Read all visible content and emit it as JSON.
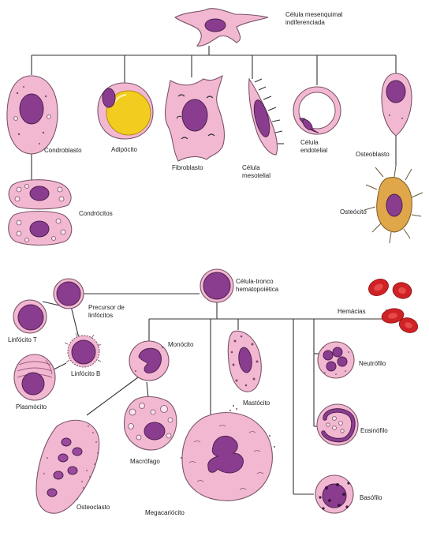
{
  "colors": {
    "cytoplasm": "#f2b8d2",
    "nucleus": "#8a3d8e",
    "fat_droplet": "#f2cc1e",
    "red_cells": "#cf2226",
    "osteocyte_body": "#e0a64a",
    "lines": "#333333"
  },
  "mesenchymal": {
    "root": "Célula mesenquimal\nindiferenciada",
    "chondroblast": "Condroblasto",
    "chondrocytes": "Condrócitos",
    "adipocyte": "Adipócito",
    "fibroblast": "Fibroblasto",
    "mesothelial": "Célula\nmesotelial",
    "endothelial": "Célula\nendotelial",
    "osteoblast": "Osteoblasto",
    "osteocyte": "Osteócito"
  },
  "hematopoietic": {
    "root": "Célula-tronco\nhematopoiética",
    "lymphoid_precursor": "Precursor de\nlinfócitos",
    "t_lymphocyte": "Linfócito T",
    "b_lymphocyte": "Linfócito B",
    "plasma_cell": "Plasmócito",
    "monocyte": "Monócito",
    "macrophage": "Macrófago",
    "osteoclast": "Osteoclasto",
    "megakaryocyte": "Megacariócito",
    "mast_cell": "Mastócito",
    "red_blood_cells": "Hemácias",
    "neutrophil": "Neutrófilo",
    "eosinophil": "Eosinófilo",
    "basophil": "Basófilo"
  }
}
